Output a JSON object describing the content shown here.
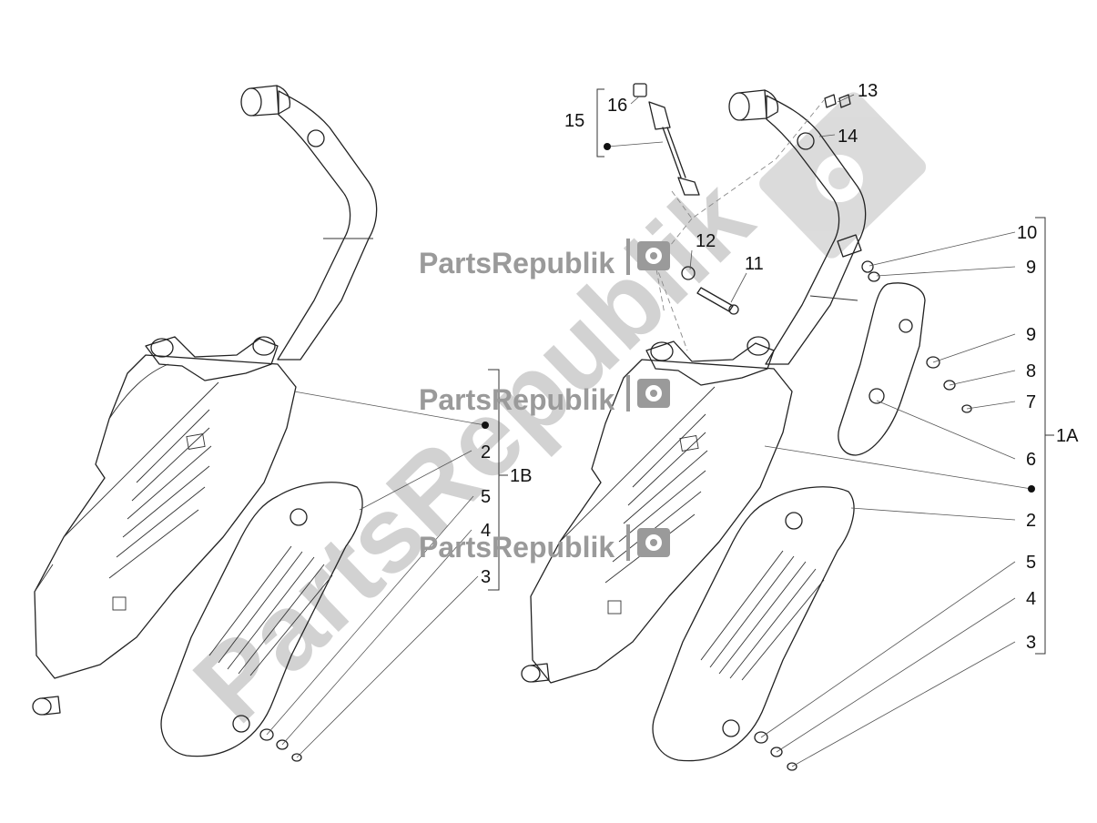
{
  "watermark": {
    "brand_text": "PartsRepublik",
    "big_text": "PartsRepublik"
  },
  "callouts": {
    "left": [
      {
        "id": "l-2",
        "text": "2"
      },
      {
        "id": "l-5",
        "text": "5"
      },
      {
        "id": "l-4",
        "text": "4"
      },
      {
        "id": "l-3",
        "text": "3"
      },
      {
        "id": "l-1b",
        "text": "1B"
      }
    ],
    "top": [
      {
        "id": "t-16",
        "text": "16"
      },
      {
        "id": "t-15",
        "text": "15"
      },
      {
        "id": "t-13",
        "text": "13"
      },
      {
        "id": "t-14",
        "text": "14"
      },
      {
        "id": "t-12",
        "text": "12"
      },
      {
        "id": "t-11",
        "text": "11"
      }
    ],
    "right": [
      {
        "id": "r-10",
        "text": "10"
      },
      {
        "id": "r-9a",
        "text": "9"
      },
      {
        "id": "r-9b",
        "text": "9"
      },
      {
        "id": "r-8",
        "text": "8"
      },
      {
        "id": "r-7",
        "text": "7"
      },
      {
        "id": "r-6",
        "text": "6"
      },
      {
        "id": "r-2",
        "text": "2"
      },
      {
        "id": "r-5",
        "text": "5"
      },
      {
        "id": "r-4",
        "text": "4"
      },
      {
        "id": "r-3",
        "text": "3"
      },
      {
        "id": "r-1a",
        "text": "1A"
      }
    ]
  },
  "icons": {
    "gear": "gear-icon"
  }
}
